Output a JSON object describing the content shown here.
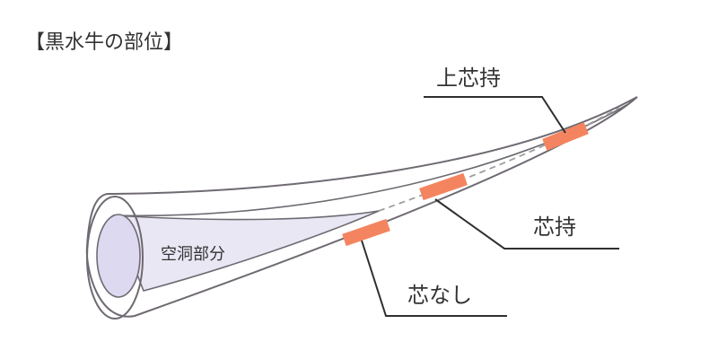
{
  "title": "【黒水牛の部位】",
  "labels": {
    "hollow": "空洞部分",
    "top_core": "上芯持",
    "core": "芯持",
    "no_core": "芯なし"
  },
  "colors": {
    "outline": "#6f6a72",
    "hollow_fill": "#e9e7f4",
    "inner_ring_fill": "#dcd9f0",
    "core_line": "#9e9e9e",
    "marker": "#f4845f",
    "leader": "#2f2f2f",
    "text": "#333333"
  }
}
